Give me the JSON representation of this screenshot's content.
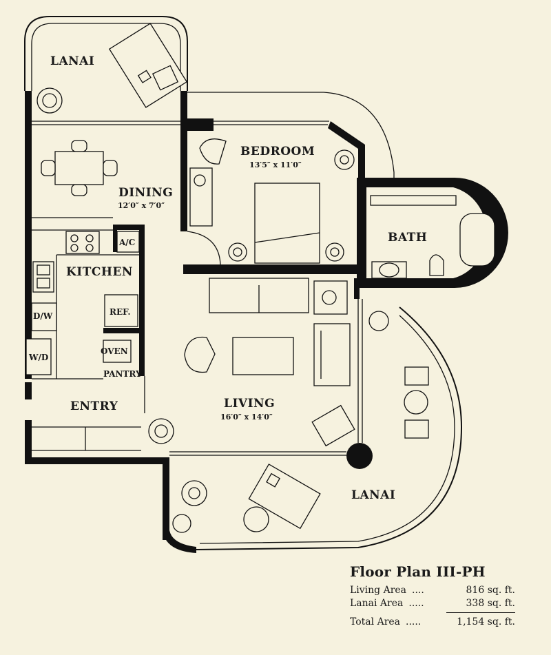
{
  "rooms": {
    "lanai_top": {
      "name": "LANAI"
    },
    "bedroom": {
      "name": "BEDROOM",
      "dims": "13′5″ x 11′0″"
    },
    "dining": {
      "name": "DINING",
      "dims": "12′0″ x 7′0″"
    },
    "bath": {
      "name": "BATH"
    },
    "kitchen": {
      "name": "KITCHEN"
    },
    "living": {
      "name": "LIVING",
      "dims": "16′0″ x 14′0″"
    },
    "entry": {
      "name": "ENTRY"
    },
    "lanai_bottom": {
      "name": "LANAI"
    }
  },
  "fixtures": {
    "ac": "A/C",
    "dw": "D/W",
    "ref": "REF.",
    "wd": "W/D",
    "oven": "OVEN",
    "pantry": "PANTRY"
  },
  "legend": {
    "title": "Floor Plan III-PH",
    "rows": [
      {
        "label": "Living Area",
        "dots": "....",
        "value": "816 sq. ft."
      },
      {
        "label": "Lanai Area",
        "dots": ".....",
        "value": "338 sq. ft."
      },
      {
        "label": "Total Area",
        "dots": ".....",
        "value": "1,154 sq. ft."
      }
    ]
  },
  "colors": {
    "paper": "#f6f2df",
    "ink": "#111111"
  }
}
